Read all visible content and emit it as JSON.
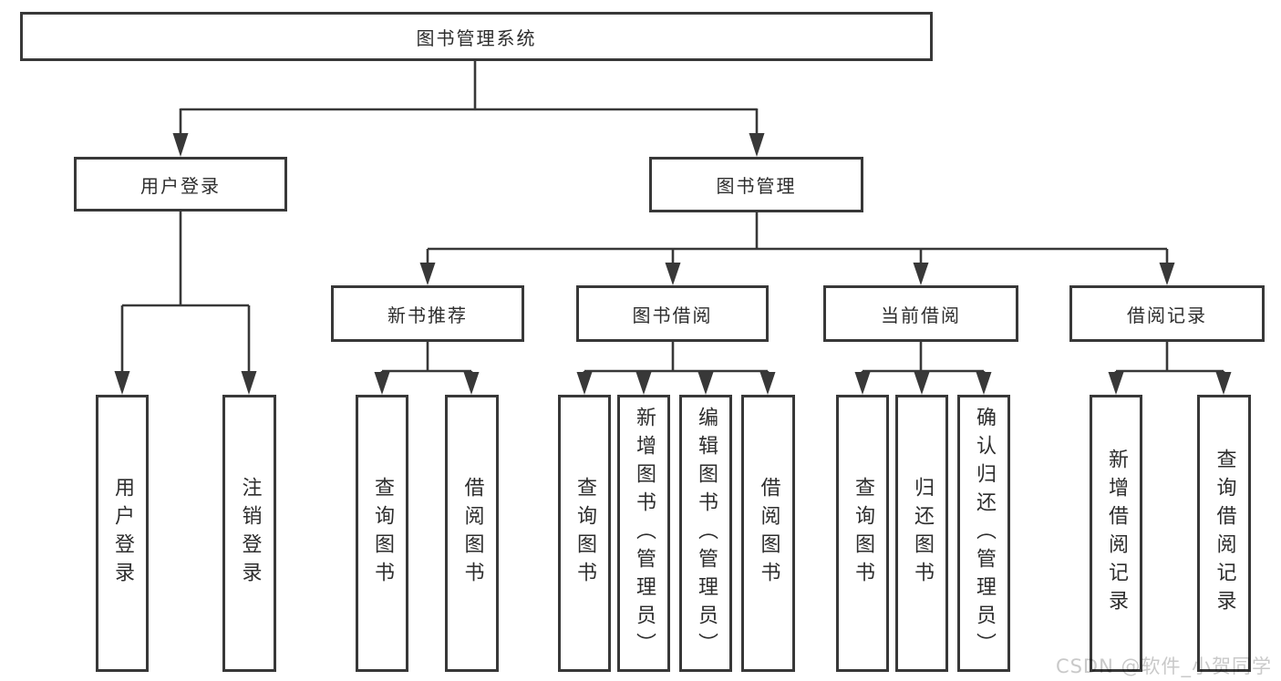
{
  "colors": {
    "line": "#383838",
    "box_border": "#383838",
    "text": "#2d2d2d",
    "watermark": "#c9c9c9",
    "background": "#ffffff"
  },
  "nodes": {
    "root": {
      "label": "图书管理系统"
    },
    "level2": [
      {
        "label": "用户登录"
      },
      {
        "label": "图书管理"
      }
    ],
    "level3": [
      {
        "label": "新书推荐"
      },
      {
        "label": "图书借阅"
      },
      {
        "label": "当前借阅"
      },
      {
        "label": "借阅记录"
      }
    ],
    "leaves": {
      "user_login": [
        {
          "label": "用户登录"
        },
        {
          "label": "注销登录"
        }
      ],
      "new_book_recommendation": [
        {
          "label": "查询图书"
        },
        {
          "label": "借阅图书"
        }
      ],
      "book_borrowing": [
        {
          "label": "查询图书"
        },
        {
          "label": "新增图书（管理员）"
        },
        {
          "label": "编辑图书（管理员）"
        },
        {
          "label": "借阅图书"
        }
      ],
      "current_borrowing": [
        {
          "label": "查询图书"
        },
        {
          "label": "归还图书"
        },
        {
          "label": "确认归还（管理员）"
        }
      ],
      "borrowing_records": [
        {
          "label": "新增借阅记录"
        },
        {
          "label": "查询借阅记录"
        }
      ]
    }
  },
  "watermark": {
    "text": "CSDN @软件_小贺同学"
  }
}
